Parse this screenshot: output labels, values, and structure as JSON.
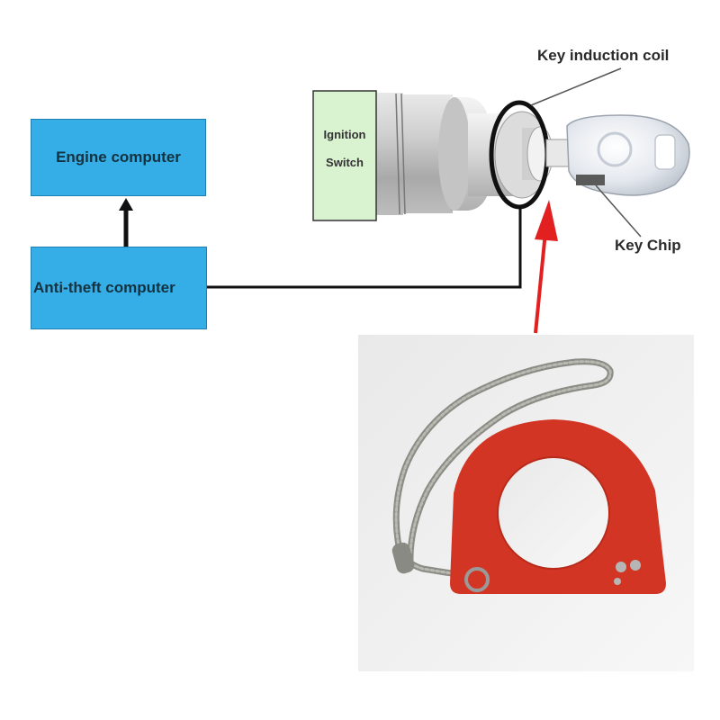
{
  "boxes": {
    "engine": "Engine computer",
    "antitheft": "Anti-theft computer"
  },
  "ignition": {
    "line1": "Ignition",
    "line2": "Switch"
  },
  "labels": {
    "coil": "Key induction coil",
    "chip": "Key Chip"
  },
  "colors": {
    "box_fill": "#35aee8",
    "switch_fill": "#d9f2d0",
    "arrow_red": "#e32020",
    "coil_red": "#d23523"
  }
}
